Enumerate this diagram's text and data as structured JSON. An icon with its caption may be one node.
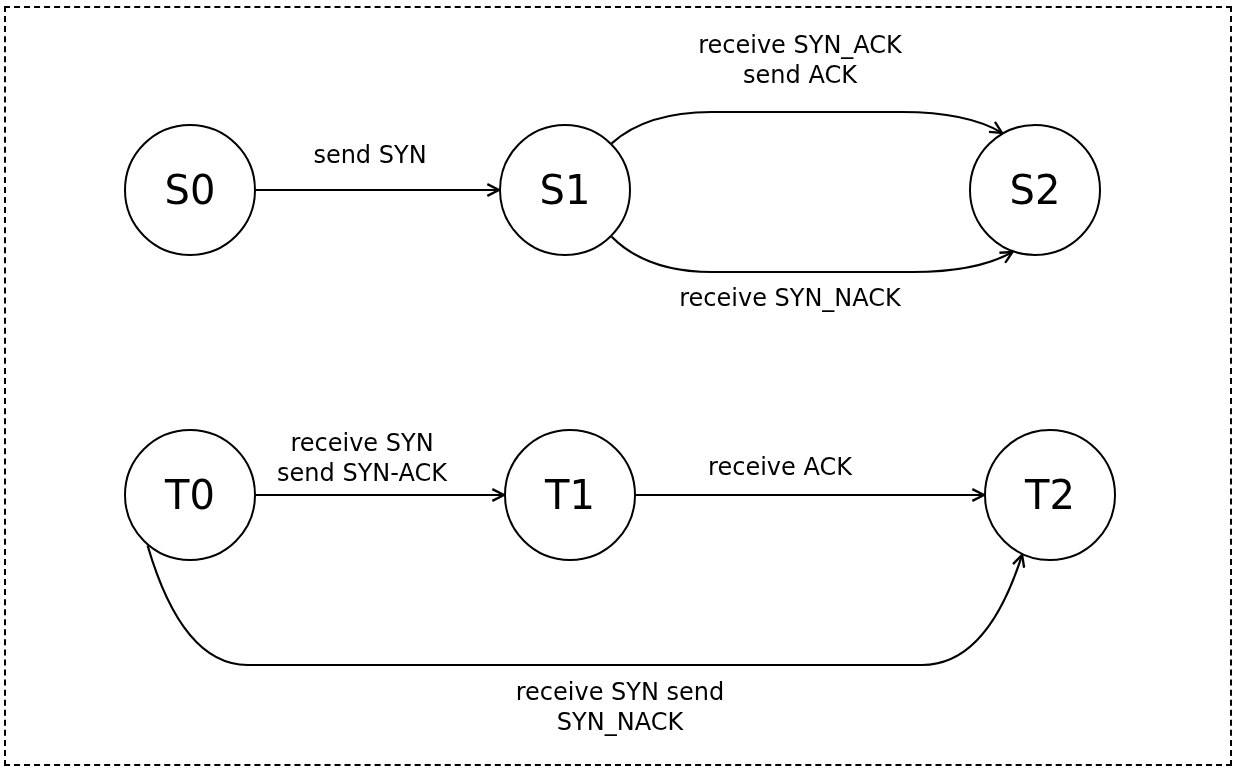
{
  "diagram": {
    "nodes": [
      {
        "text": [
          "S0"
        ]
      },
      {
        "text": [
          "S1"
        ]
      },
      {
        "text": [
          "S2"
        ]
      },
      {
        "text": [
          "T0"
        ]
      },
      {
        "text": [
          "T1"
        ]
      },
      {
        "text": [
          "T2"
        ]
      }
    ],
    "edges": [
      {
        "from": 0,
        "to": 1,
        "arrow": "to",
        "label": "send SYN"
      },
      {
        "from": 1,
        "to": 2,
        "arrow": "to",
        "label": "receive SYN_ACK send ACK"
      },
      {
        "from": 1,
        "to": 2,
        "arrow": "to",
        "label": "receive SYN_NACK"
      },
      {
        "from": 3,
        "to": 4,
        "arrow": "to",
        "label": "receive SYN send SYN-ACK"
      },
      {
        "from": 4,
        "to": 5,
        "arrow": "to",
        "label": "receive ACK"
      },
      {
        "from": 3,
        "to": 5,
        "arrow": "to",
        "label": "receive SYN send SYN_NACK"
      }
    ]
  }
}
